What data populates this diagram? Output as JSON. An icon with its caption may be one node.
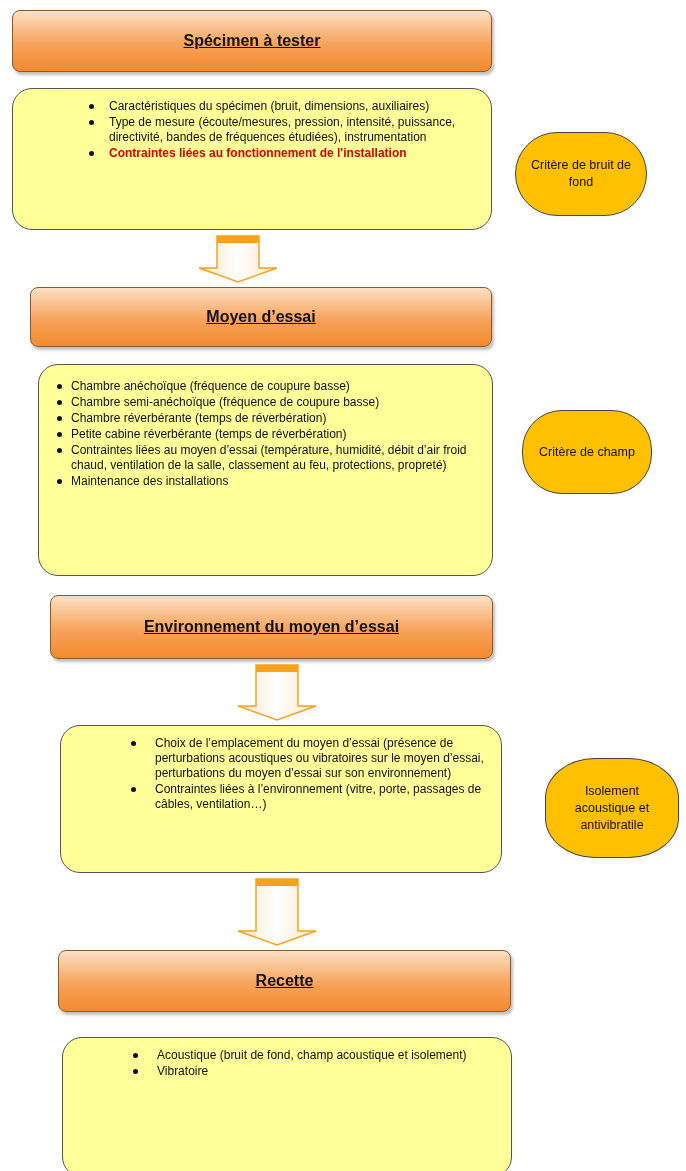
{
  "diagram": {
    "nodes": [
      {
        "text": [
          "Spécimen à tester"
        ]
      },
      {
        "text": [
          "Caractéristiques du spécimen (bruit, dimensions, auxiliaires)",
          "Type de mesure (écoute/mesures, pression, intensité, puissance, directivité, bandes de fréquences étudiées), instrumentation",
          "Contraintes liées au fonctionnement de l'installation"
        ]
      },
      {
        "text": [
          "Critère de bruit de fond"
        ]
      },
      {
        "text": [
          "Moyen d’essai"
        ]
      },
      {
        "text": [
          "Chambre anéchoïque (fréquence de coupure basse)",
          "Chambre semi-anéchoïque (fréquence de coupure basse)",
          "Chambre réverbérante (temps de réverbération)",
          "Petite cabine réverbérante (temps de réverbération)",
          "Contraintes liées au moyen d’essai (température, humidité, débit d’air froid chaud, ventilation de la salle, classement au feu, protections, propreté)",
          "Maintenance des installations"
        ]
      },
      {
        "text": [
          "Critère de champ"
        ]
      },
      {
        "text": [
          "Environnement du moyen d’essai"
        ]
      },
      {
        "text": [
          "Choix de l’emplacement du moyen d’essai (présence de perturbations acoustiques ou vibratoires sur le moyen d’essai, perturbations du moyen d’essai sur son environnement)",
          "Contraintes liées à l’environnement (vitre, porte, passages de câbles, ventilation…)"
        ]
      },
      {
        "text": [
          "Isolement acoustique et antivibratile"
        ]
      },
      {
        "text": [
          "Recette"
        ]
      },
      {
        "text": [
          "Acoustique (bruit de fond, champ acoustique et isolement)",
          "Vibratoire"
        ]
      }
    ],
    "edges": [
      {
        "from": 1,
        "to": 3,
        "arrow": "to"
      },
      {
        "from": 6,
        "to": 7,
        "arrow": "to"
      },
      {
        "from": 7,
        "to": 9,
        "arrow": "to"
      }
    ]
  }
}
